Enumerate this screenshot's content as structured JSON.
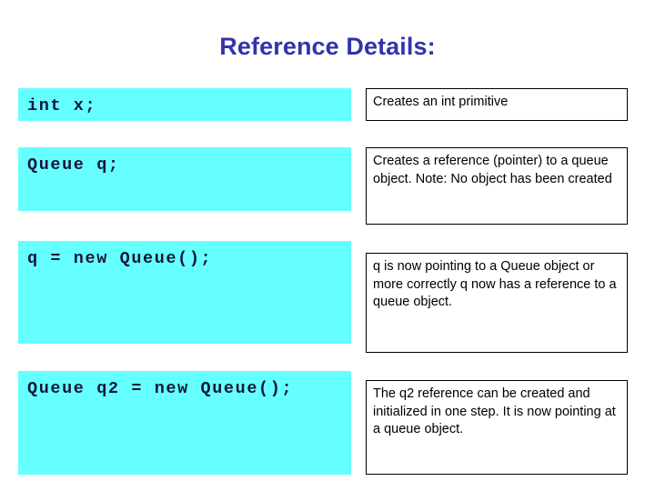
{
  "slide": {
    "title": "Reference Details:",
    "title_color": "#3333aa",
    "background_color": "#ffffff"
  },
  "theme": {
    "code_cell_background": "#66ffff",
    "code_text_color": "#15153a",
    "desc_cell_background": "#ffffff",
    "desc_border_color": "#000000",
    "desc_text_color": "#000000"
  },
  "rows": [
    {
      "code": "int x;",
      "description": "Creates an int primitive"
    },
    {
      "code": "Queue q;",
      "description": "Creates a reference (pointer) to a queue  object. Note: No object has been created"
    },
    {
      "code": "q = new Queue();",
      "description": "q is now pointing to a Queue object or more correctly q now has a reference to a queue object."
    },
    {
      "code": "Queue q2 = new Queue();",
      "description": "The q2 reference can be created and initialized in one step. It is now pointing at a queue object."
    }
  ]
}
